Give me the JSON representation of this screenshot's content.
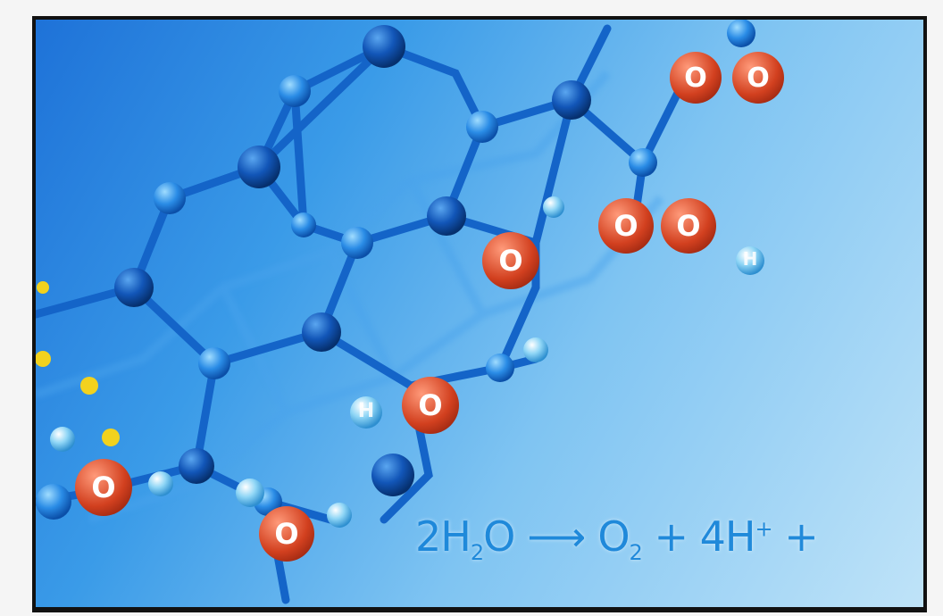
{
  "image": {
    "subject": "graphene-like molecular lattice",
    "colors": {
      "lattice": "#1464c8",
      "node": "#2a8ce6",
      "oxygen": "#c8321e",
      "hydrogen": "#6cc6f2",
      "accent_dots": "#f2d21e"
    }
  },
  "atoms": {
    "oxygen_label": "O",
    "hydrogen_label": "H"
  },
  "equation": {
    "lhs_coef": "2",
    "lhs_h": "H",
    "lhs_h_sub": "2",
    "lhs_o": "O",
    "arrow": "⟶",
    "rhs_o": "O",
    "rhs_o_sub": "2",
    "plus1": "+",
    "rhs_coef": "4",
    "rhs_h": "H",
    "rhs_h_sup": "+",
    "plus2": "+"
  }
}
